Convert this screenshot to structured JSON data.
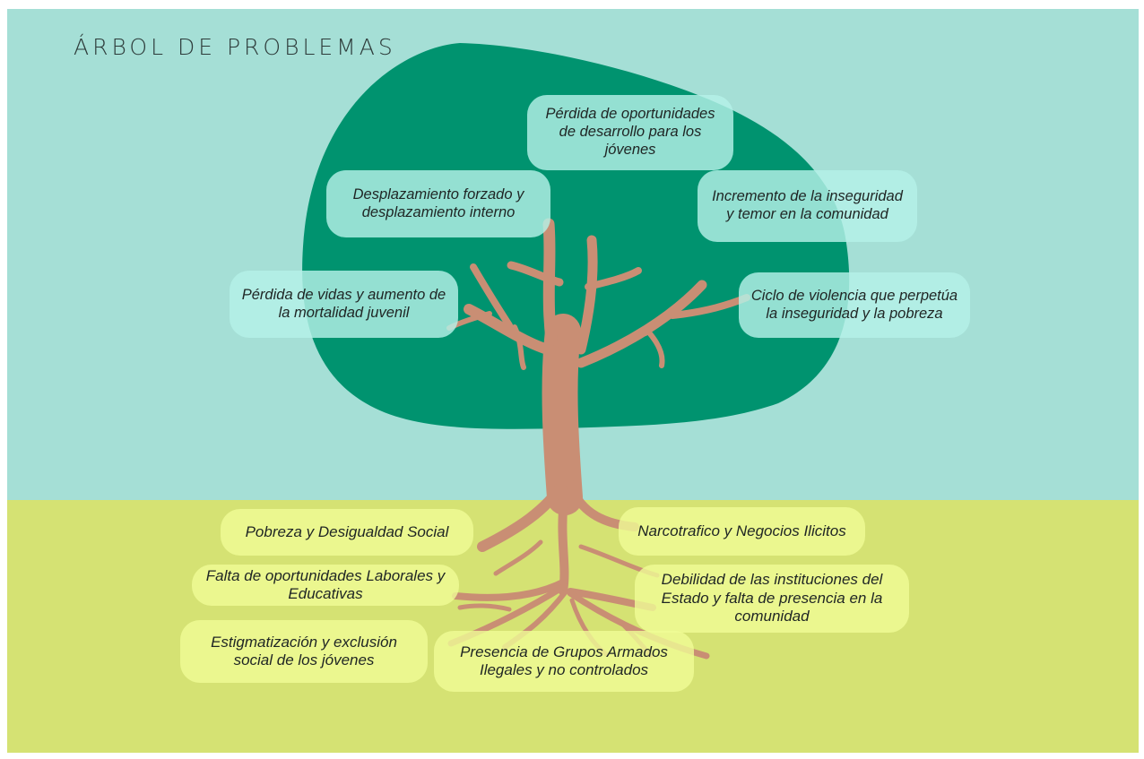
{
  "title": "ÁRBOL DE PROBLEMAS",
  "colors": {
    "sky": "#a5dfd6",
    "ground": "#d5e273",
    "canopy": "#00936f",
    "trunk": "#c98e74",
    "leaf_box": "#b4f2e8",
    "root_box": "#f0fc96"
  },
  "effects": [
    "Pérdida de oportunidades de desarrollo para los jóvenes",
    "Desplazamiento forzado y desplazamiento interno",
    "Incremento de la inseguridad y temor en la comunidad",
    "Pérdida de vidas y aumento de la mortalidad juvenil",
    "Ciclo de violencia que perpetúa la inseguridad y la pobreza"
  ],
  "causes": [
    "Pobreza y Desigualdad Social",
    "Narcotrafico y Negocios Ilicitos",
    "Falta de oportunidades Laborales y Educativas",
    "Debilidad de las instituciones del Estado y falta de presencia en la comunidad",
    "Estigmatización y exclusión social de los jóvenes",
    "Presencia de Grupos Armados Ilegales y  no controlados"
  ]
}
